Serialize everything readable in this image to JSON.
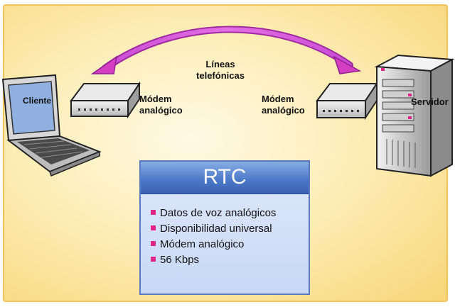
{
  "labels": {
    "client": "Cliente",
    "modem_left": "Módem\nanalógico",
    "lines": "Líneas\ntelefónicas",
    "modem_right": "Módem\nanalógico",
    "server": "Servidor"
  },
  "rtc": {
    "title": "RTC",
    "items": [
      "Datos de voz analógicos",
      "Disponibilidad universal",
      "Módem analógico",
      "56 Kbps"
    ]
  },
  "colors": {
    "background": "#fdeeb8",
    "frame": "#f0c25a",
    "arrow": "#d33fc0",
    "box_header": "#4b78c8",
    "bullet": "#e0258a"
  }
}
